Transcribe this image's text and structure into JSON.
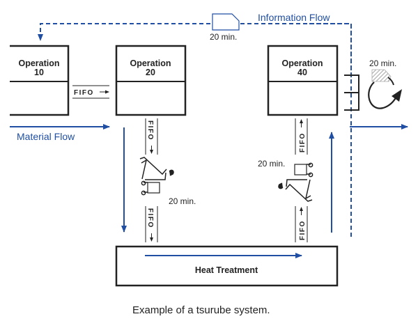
{
  "diagram": {
    "title_caption": "Example of a tsurube system.",
    "colors": {
      "flow_blue": "#1f4ea3",
      "line": "#222222",
      "kanban_hatch": "#999999"
    },
    "operations": [
      {
        "id": "op10",
        "line1": "Operation",
        "line2": "10"
      },
      {
        "id": "op20",
        "line1": "Operation",
        "line2": "20"
      },
      {
        "id": "op40",
        "line1": "Operation",
        "line2": "40"
      }
    ],
    "heat_treatment": {
      "label": "Heat Treatment"
    },
    "labels": {
      "information_flow": "Information Flow",
      "material_flow": "Material Flow",
      "fifo": "FIFO",
      "time_info": "20 min.",
      "time_op20_cart": "20 min.",
      "time_op40_cart": "20 min.",
      "time_op40_cycle": "20 min."
    },
    "icons": [
      "kanban-signal-icon",
      "operator-cart-icon",
      "supermarket-icon",
      "withdrawal-loop-icon"
    ]
  }
}
